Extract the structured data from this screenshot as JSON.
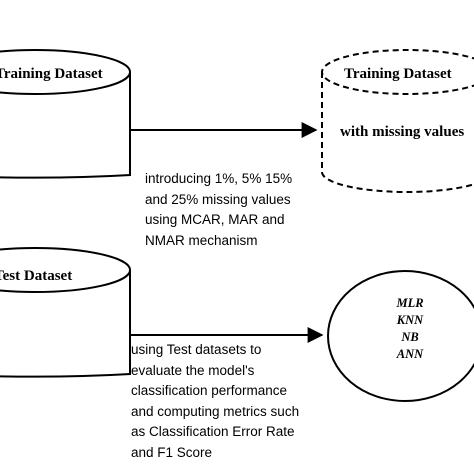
{
  "cylinders": {
    "training_original": "Training Dataset",
    "training_missing": {
      "top": "Training Dataset",
      "body": "with missing values"
    },
    "test": "Test Dataset"
  },
  "arrow_top_label": [
    "introducing 1%, 5% 15%",
    "and 25% missing values",
    "using MCAR, MAR and",
    "NMAR mechanism"
  ],
  "arrow_bottom_label": [
    "using Test datasets to",
    "evaluate the model's",
    "classification performance",
    "and computing metrics such",
    "as Classification Error Rate",
    "and F1 Score"
  ],
  "models": [
    "MLR",
    "KNN",
    "NB",
    "ANN"
  ]
}
